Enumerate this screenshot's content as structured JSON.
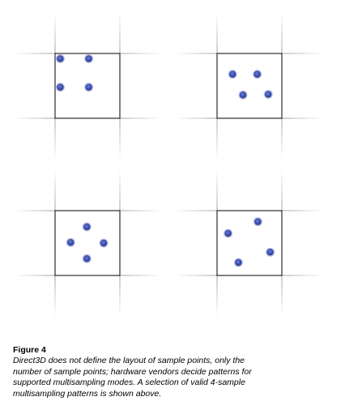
{
  "figure": {
    "label": "Figure 4",
    "caption": "Direct3D does not define the layout of sample points, only the number of sample points; hardware vendors decide patterns for supported multisampling modes. A selection of valid 4-sample multisampling patterns is shown above."
  },
  "colors": {
    "sample_point": "#3b4fb0",
    "pixel_border": "#000000",
    "grid_line": "#cccccc"
  },
  "patterns": [
    {
      "name": "pattern-1",
      "samples": [
        [
          0.08,
          0.08
        ],
        [
          0.52,
          0.08
        ],
        [
          0.08,
          0.52
        ],
        [
          0.52,
          0.52
        ]
      ]
    },
    {
      "name": "pattern-2",
      "samples": [
        [
          0.24,
          0.32
        ],
        [
          0.62,
          0.32
        ],
        [
          0.4,
          0.64
        ],
        [
          0.79,
          0.63
        ]
      ]
    },
    {
      "name": "pattern-3",
      "samples": [
        [
          0.49,
          0.25
        ],
        [
          0.24,
          0.49
        ],
        [
          0.75,
          0.5
        ],
        [
          0.49,
          0.74
        ]
      ]
    },
    {
      "name": "pattern-4",
      "samples": [
        [
          0.63,
          0.17
        ],
        [
          0.17,
          0.35
        ],
        [
          0.82,
          0.64
        ],
        [
          0.33,
          0.8
        ]
      ]
    }
  ]
}
